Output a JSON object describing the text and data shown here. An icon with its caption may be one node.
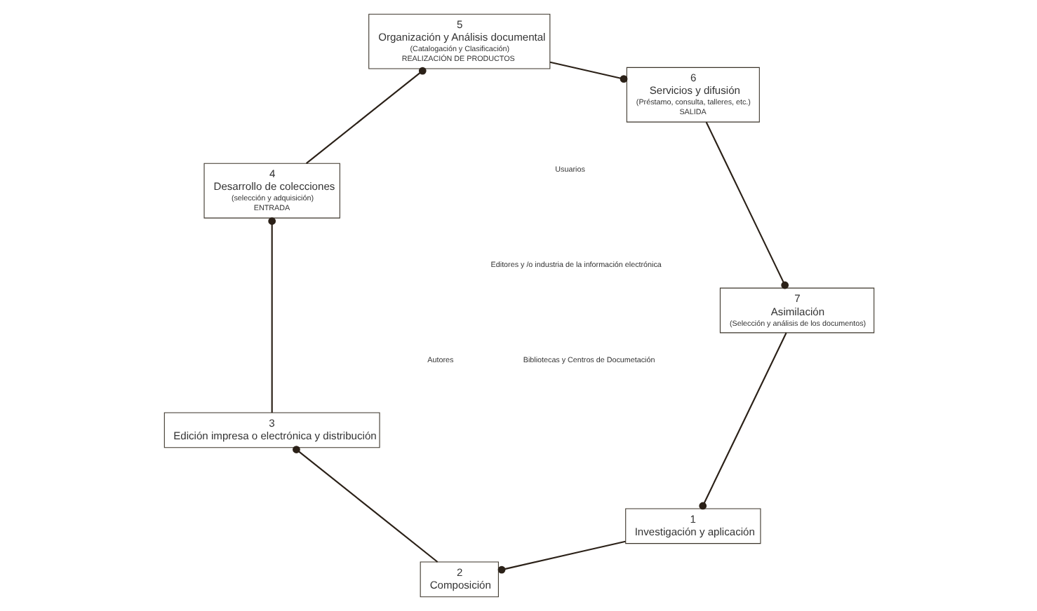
{
  "diagram": {
    "nodes": [
      {
        "text": [
          "1",
          "Investigación y aplicación"
        ]
      },
      {
        "text": [
          "2",
          "Composición"
        ]
      },
      {
        "text": [
          "3",
          "Edición impresa o electrónica y distribución"
        ]
      },
      {
        "text": [
          "4",
          "Desarrollo de colecciones",
          "(selección y adquisición)",
          "ENTRADA"
        ]
      },
      {
        "text": [
          "5",
          "Organización y Análisis documental",
          "(Catalogación y Clasificación)",
          "REALIZACIÓN DE PRODUCTOS"
        ]
      },
      {
        "text": [
          "6",
          "Servicios y difusión",
          "(Préstamo, consulta, talleres, etc.)",
          "SALIDA"
        ]
      },
      {
        "text": [
          "7",
          "Asimilación",
          "(Selección y análisis de los documentos)"
        ]
      }
    ],
    "edges": [
      {
        "from": 0,
        "to": 1,
        "arrow": "other"
      },
      {
        "from": 1,
        "to": 2,
        "arrow": "other"
      },
      {
        "from": 2,
        "to": 3,
        "arrow": "other"
      },
      {
        "from": 3,
        "to": 4,
        "arrow": "other"
      },
      {
        "from": 4,
        "to": 5,
        "arrow": "other"
      },
      {
        "from": 5,
        "to": 6,
        "arrow": "other"
      },
      {
        "from": 6,
        "to": 0,
        "arrow": "other"
      }
    ],
    "labels": [
      "Autores",
      "Usuarios",
      "Editores y /o industria de la información electrónica",
      "Bibliotecas y Centros de Documetación"
    ]
  }
}
